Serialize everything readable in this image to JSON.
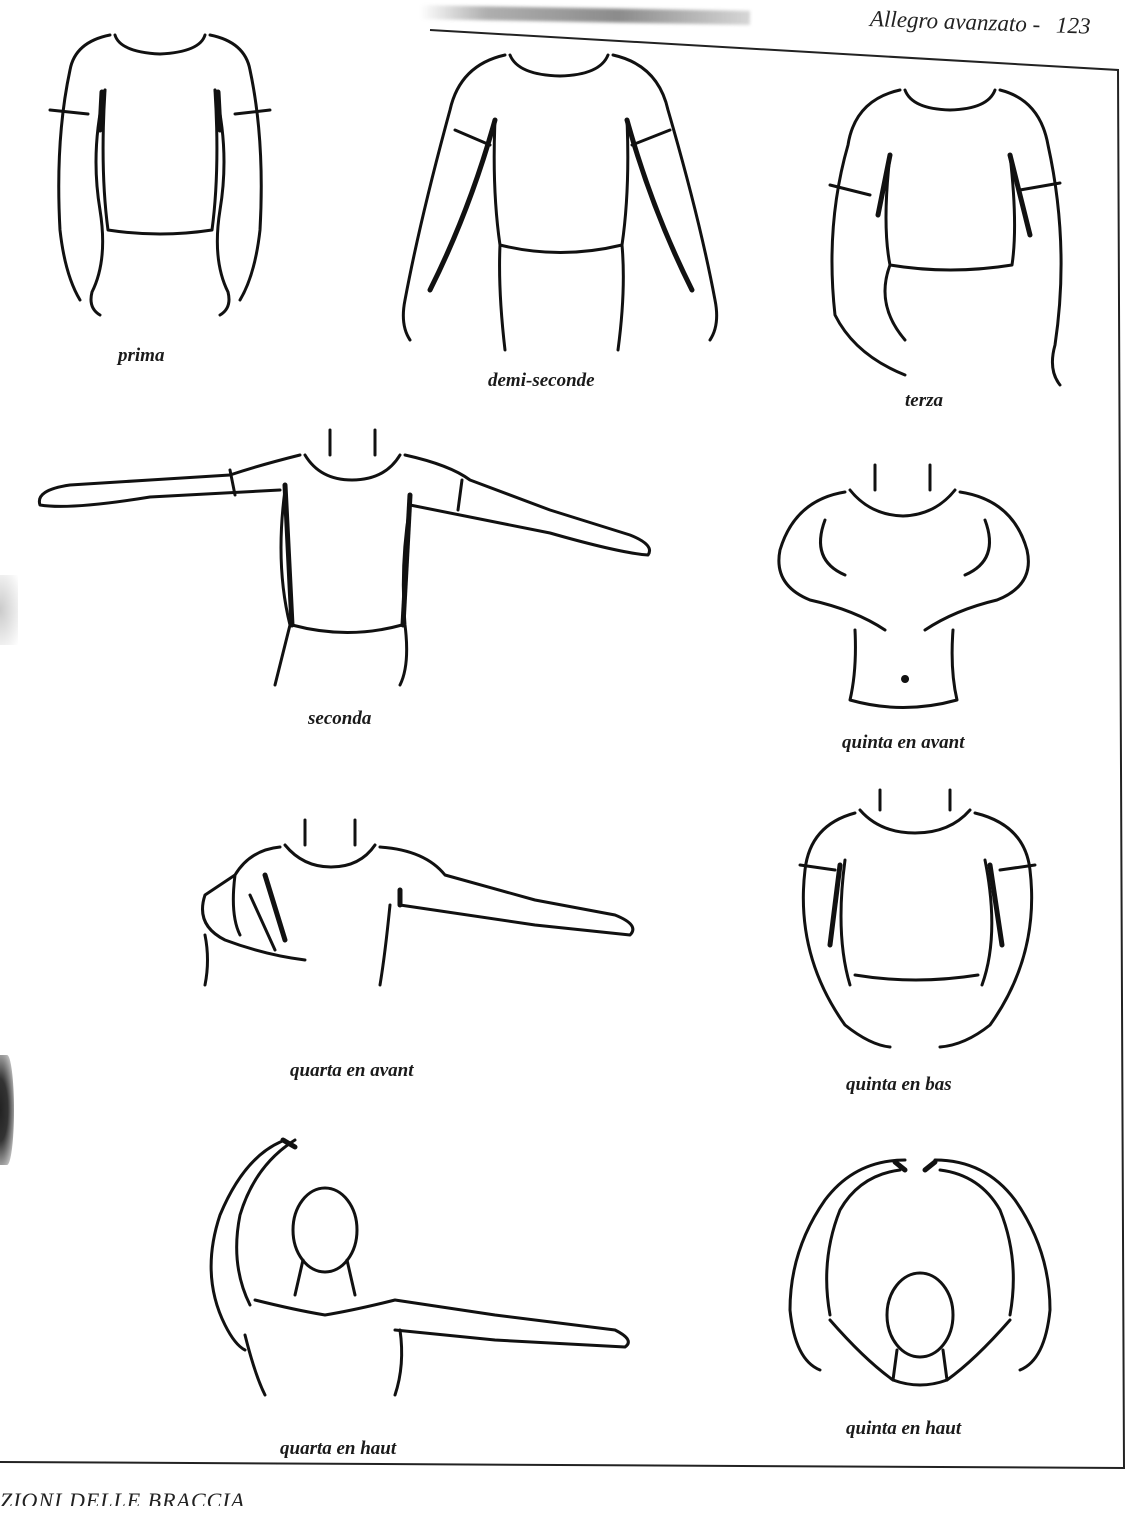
{
  "running_head": {
    "title": "Allegro avanzato",
    "separator": "-",
    "page_number": "123"
  },
  "figures": [
    {
      "id": "prima",
      "caption": "prima"
    },
    {
      "id": "demi-seconde",
      "caption": "demi-seconde"
    },
    {
      "id": "terza",
      "caption": "terza"
    },
    {
      "id": "seconda",
      "caption": "seconda"
    },
    {
      "id": "quinta-en-avant",
      "caption": "quinta en avant"
    },
    {
      "id": "quarta-en-avant",
      "caption": "quarta en avant"
    },
    {
      "id": "quinta-en-bas",
      "caption": "quinta en bas"
    },
    {
      "id": "quarta-en-haut",
      "caption": "quarta en haut"
    },
    {
      "id": "quinta-en-haut",
      "caption": "quinta en haut"
    }
  ],
  "footer": {
    "text": "ZIONI DELLE BRACCIA"
  }
}
